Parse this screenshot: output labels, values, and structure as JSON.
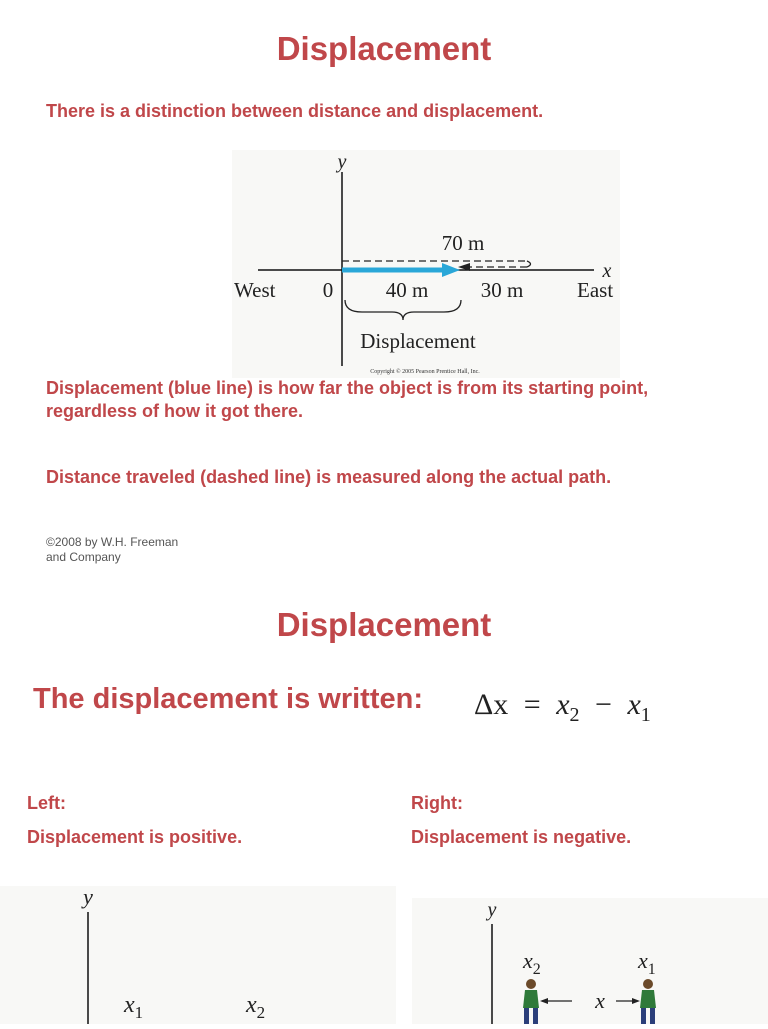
{
  "slide1": {
    "title": "Displacement",
    "intro": "There is a distinction between distance and displacement.",
    "figure": {
      "y_axis": "y",
      "x_axis": "x",
      "west": "West",
      "east": "East",
      "origin": "0",
      "distance_label": "70 m",
      "segment1": "40 m",
      "segment2": "30 m",
      "brace_label": "Displacement",
      "fig_copyright": "Copyright © 2005 Pearson Prentice Hall, Inc."
    },
    "para1": "Displacement (blue line) is how far the object is from its starting point, regardless of how it got there.",
    "para2": "Distance traveled (dashed line) is measured along the actual path.",
    "copyright_line1": "©2008 by W.H. Freeman",
    "copyright_line2": "and Company"
  },
  "slide2": {
    "title": "Displacement",
    "formula_label": "The displacement is written:",
    "formula": {
      "delta": "Δx",
      "eq": "=",
      "x2": "x",
      "x2_sub": "2",
      "minus": "−",
      "x1": "x",
      "x1_sub": "1"
    },
    "left_heading": "Left:",
    "left_text": "Displacement is positive.",
    "right_heading": "Right:",
    "right_text": "Displacement is negative.",
    "left_figure": {
      "y_axis": "y",
      "x1": "x",
      "x1_sub": "1",
      "x2": "x",
      "x2_sub": "2"
    },
    "right_figure": {
      "y_axis": "y",
      "x2": "x",
      "x2_sub": "2",
      "x1": "x",
      "x1_sub": "1",
      "x_mid": "x"
    }
  },
  "colors": {
    "accent": "#c0474a",
    "arrow_blue": "#2aa7d8"
  }
}
